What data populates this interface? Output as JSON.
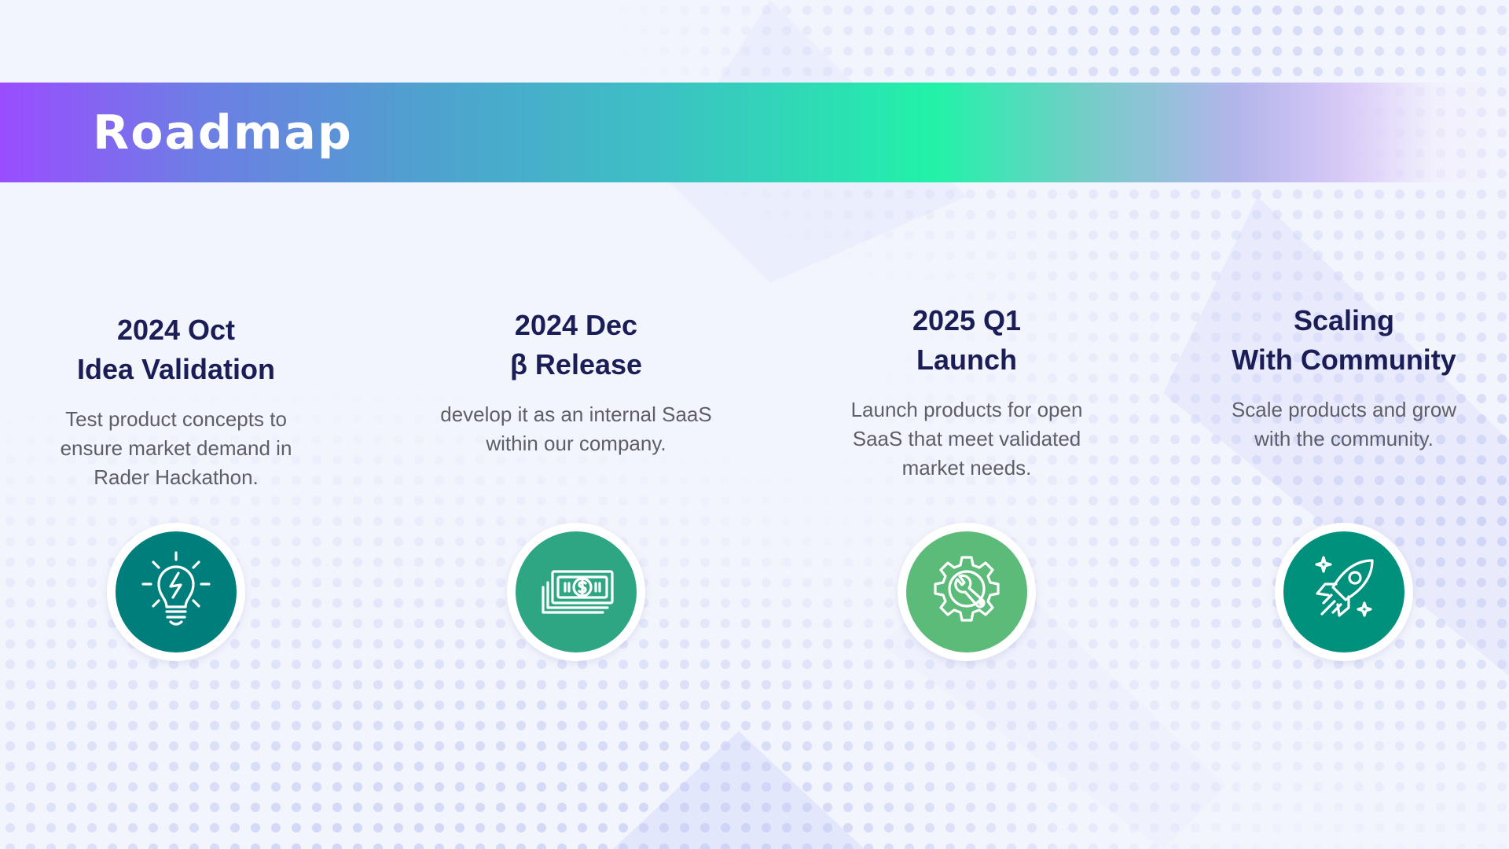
{
  "header": {
    "title": "Roadmap",
    "gradient_colors": [
      "#9a4dff",
      "#4fa1cf",
      "#22f2a8",
      "#d8c9f7"
    ]
  },
  "steps": [
    {
      "period": "2024 Oct",
      "title": "Idea Validation",
      "description": "Test product concepts to ensure market demand in Rader Hackathon.",
      "icon": "lightbulb-icon",
      "color": "#007e7c"
    },
    {
      "period": "2024 Dec",
      "title": "β Release",
      "description": "develop it as an internal SaaS within our company.",
      "icon": "money-icon",
      "color": "#2ea683"
    },
    {
      "period": "2025 Q1",
      "title": "Launch",
      "description": "Launch products for open SaaS that meet validated market needs.",
      "icon": "gear-wrench-icon",
      "color": "#5dbb7a"
    },
    {
      "period": "Scaling",
      "title": "With Community",
      "description": "Scale products and grow with the community.",
      "icon": "rocket-icon",
      "color": "#00917d"
    }
  ]
}
